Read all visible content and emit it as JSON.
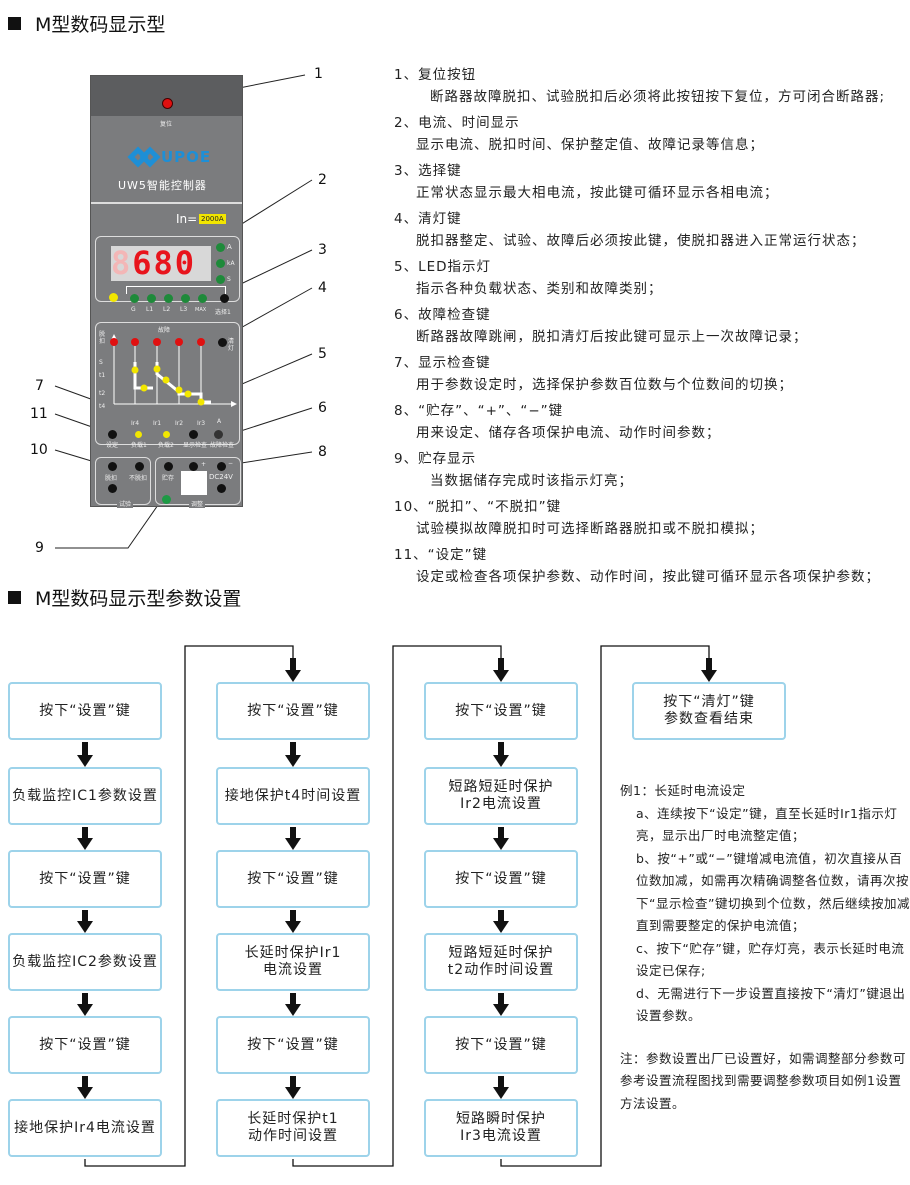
{
  "section1_title": "M型数码显示型",
  "section2_title": "M型数码显示型参数设置",
  "callouts": [
    "1",
    "2",
    "3",
    "4",
    "5",
    "6",
    "7",
    "8",
    "9",
    "10",
    "11"
  ],
  "panel": {
    "reset_label": "复位",
    "brand": "UPOE",
    "model": "UW5智能控制器",
    "in_label": "In=",
    "in_value": "2000A",
    "display_value": "680",
    "units": [
      "A",
      "kA",
      "S"
    ],
    "phase_labels": [
      "G",
      "L1",
      "L2",
      "L3",
      "MAX"
    ],
    "select_label": "选择1",
    "fault_label": "故障",
    "trip_label": "脱扣",
    "clear_label": "清灯",
    "axis_y": "S",
    "y_ticks": [
      "t1",
      "t2",
      "t4"
    ],
    "x_ticks": [
      "Ir4",
      "Ir1",
      "Ir2",
      "Ir3"
    ],
    "axis_x": "A",
    "bottom_labels": [
      "设定",
      "负载1",
      "负载2",
      "显示检查",
      "故障检查"
    ],
    "test_buttons": [
      "脱扣",
      "不脱扣"
    ],
    "test_label": "试验",
    "store_label": "贮存",
    "plus": "+",
    "minus": "−",
    "dc_label": "DC24V",
    "adjust_label": "调整",
    "colors": {
      "body": "#7b7c7e",
      "digit": "#e8141c",
      "led_green": "#1e8a3a",
      "led_red": "#e01010",
      "led_yellow": "#f2e600",
      "brand": "#1e8fd6"
    }
  },
  "descriptions": [
    {
      "title": "1、复位按钮",
      "body": "断路器故障脱扣、试验脱扣后必须将此按钮按下复位，方可闭合断路器;"
    },
    {
      "title": "2、电流、时间显示",
      "body": "显示电流、脱扣时间、保护整定值、故障记录等信息；"
    },
    {
      "title": "3、选择键",
      "body": "正常状态显示最大相电流，按此键可循环显示各相电流；"
    },
    {
      "title": "4、清灯键",
      "body": "脱扣器整定、试验、故障后必须按此键，使脱扣器进入正常运行状态；"
    },
    {
      "title": "5、LED指示灯",
      "body": "指示各种负载状态、类别和故障类别；"
    },
    {
      "title": "6、故障检查键",
      "body": "断路器故障跳闸，脱扣清灯后按此键可显示上一次故障记录；"
    },
    {
      "title": "7、显示检查键",
      "body": "用于参数设定时，选择保护参数百位数与个位数间的切换；"
    },
    {
      "title": "8、“贮存”、“+”、“−”键",
      "body": "用来设定、储存各项保护电流、动作时间参数；"
    },
    {
      "title": "9、贮存显示",
      "body": "当数据储存完成时该指示灯亮；"
    },
    {
      "title": "10、“脱扣”、“不脱扣”键",
      "body": "试验模拟故障脱扣时可选择断路器脱扣或不脱扣模拟；"
    },
    {
      "title": "11、“设定”键",
      "body": "设定或检查各项保护参数、动作时间，按此键可循环显示各项保护参数；"
    }
  ],
  "flow": [
    [
      "按下“设置”键",
      "负载监控IC1参数设置",
      "按下“设置”键",
      "负载监控IC2参数设置",
      "按下“设置”键",
      "接地保护Ir4电流设置"
    ],
    [
      "按下“设置”键",
      "接地保护t4时间设置",
      "按下“设置”键",
      "长延时保护Ir1\n电流设置",
      "按下“设置”键",
      "长延时保护t1\n动作时间设置"
    ],
    [
      "按下“设置”键",
      "短路短延时保护\nIr2电流设置",
      "按下“设置”键",
      "短路短延时保护\nt2动作时间设置",
      "按下“设置”键",
      "短路瞬时保护\nIr3电流设置"
    ],
    [
      "按下“清灯”键\n参数查看结束"
    ]
  ],
  "example": {
    "title": "例1：长延时电流设定",
    "steps": [
      "a、连续按下“设定”键，直至长延时Ir1指示灯亮，显示出厂时电流整定值；",
      "b、按“+”或“−”键增减电流值，初次直接从百位数加减，如需再次精确调整各位数，请再次按下“显示检查”键切换到个位数，然后继续按加减直到需要整定的保护电流值；",
      "c、按下“贮存”键，贮存灯亮，表示长延时电流设定已保存;",
      "d、无需进行下一步设置直接按下“清灯”键退出设置参数。"
    ],
    "note": "注：参数设置出厂已设置好，如需调整部分参数可参考设置流程图找到需要调整参数项目如例1设置方法设置。"
  }
}
